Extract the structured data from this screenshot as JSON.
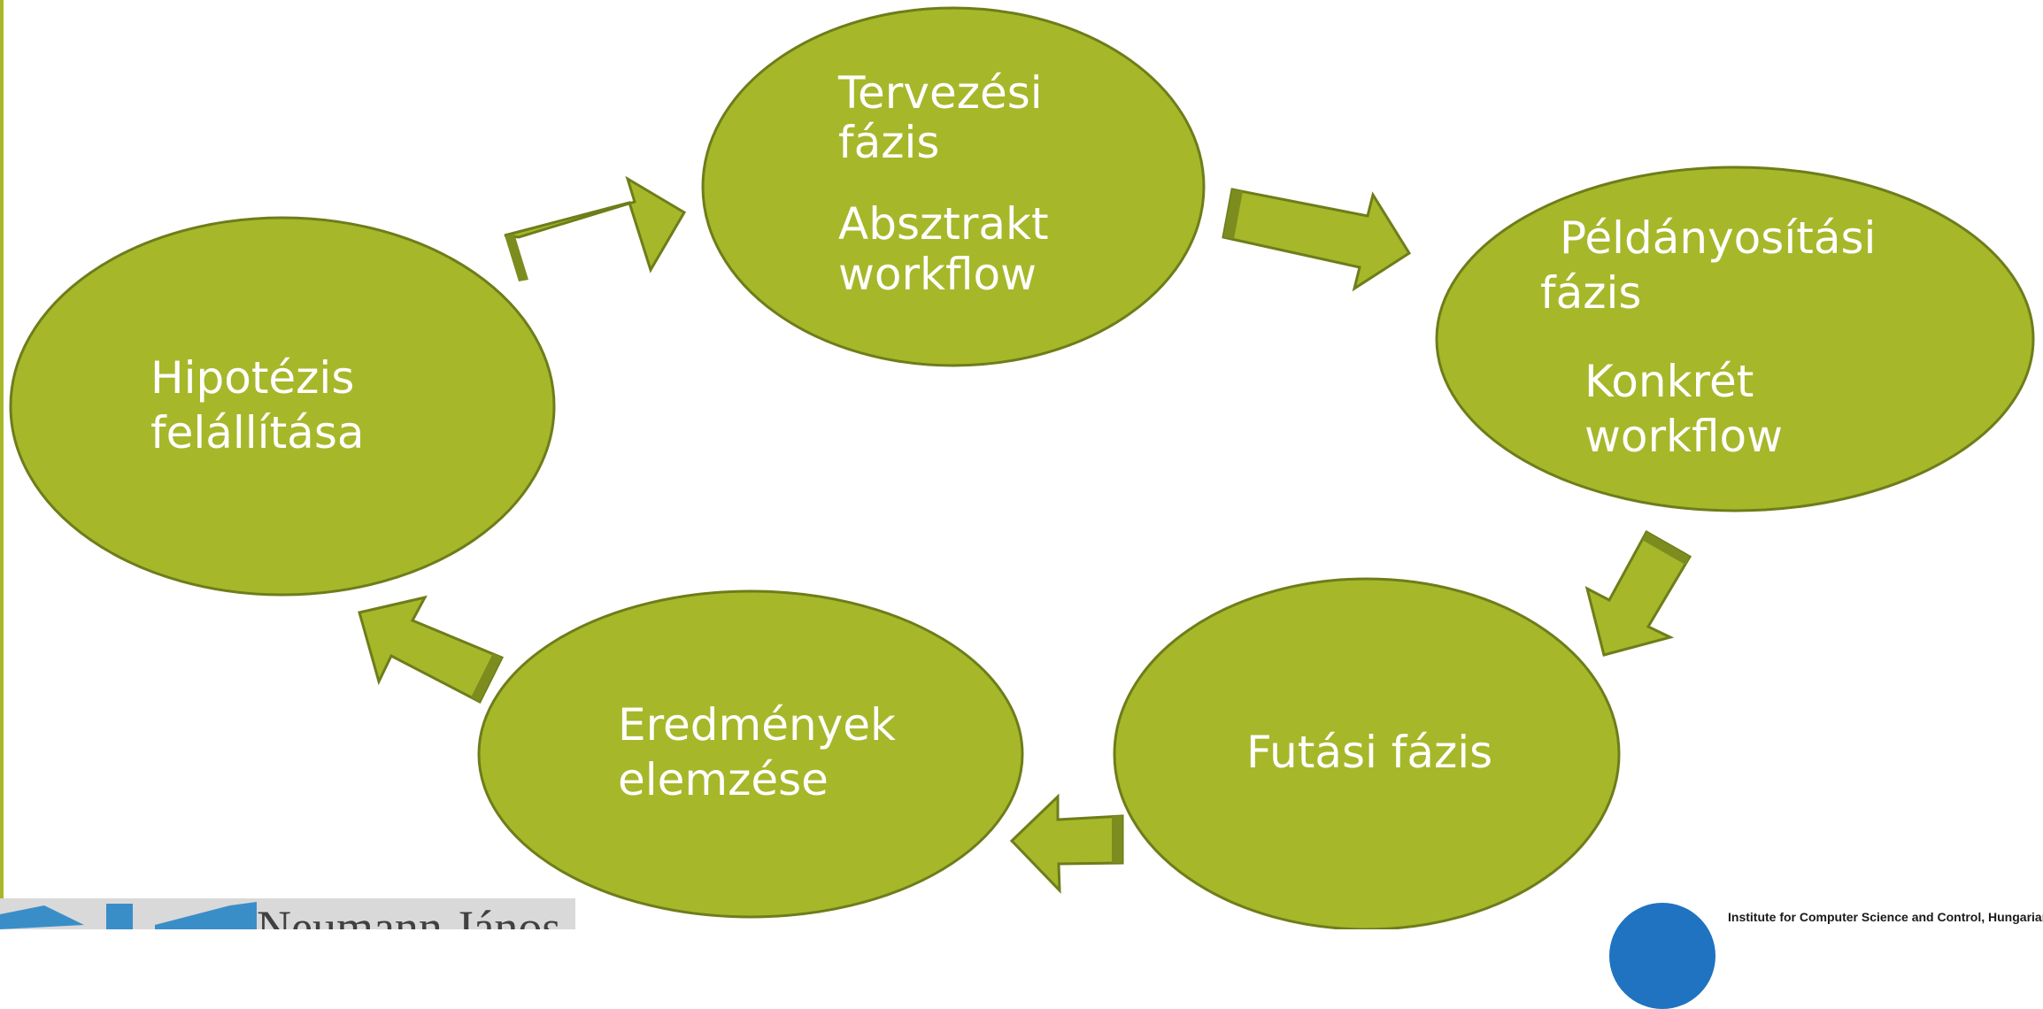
{
  "nodes": {
    "planning": {
      "lines": [
        "Tervezési",
        "fázis",
        "Absztrakt",
        "workflow"
      ]
    },
    "instantiation": {
      "lines": [
        "Példányosítási",
        "fázis",
        "Konkrét",
        "workflow"
      ]
    },
    "hypothesis": {
      "lines": [
        "Hipotézis",
        "felállítása"
      ]
    },
    "analysis": {
      "lines": [
        "Eredmények",
        "elemzése"
      ]
    },
    "execution": {
      "lines": [
        "Futási fázis"
      ]
    }
  },
  "logos": {
    "left_text": "Neumann János",
    "right_text": "Institute for Computer Science and Control, Hungarian"
  },
  "colors": {
    "fill": "#a6b72a",
    "stroke": "#6e7d1a",
    "arrow_stripe": "#7d8c1f",
    "text": "#ffffff"
  }
}
